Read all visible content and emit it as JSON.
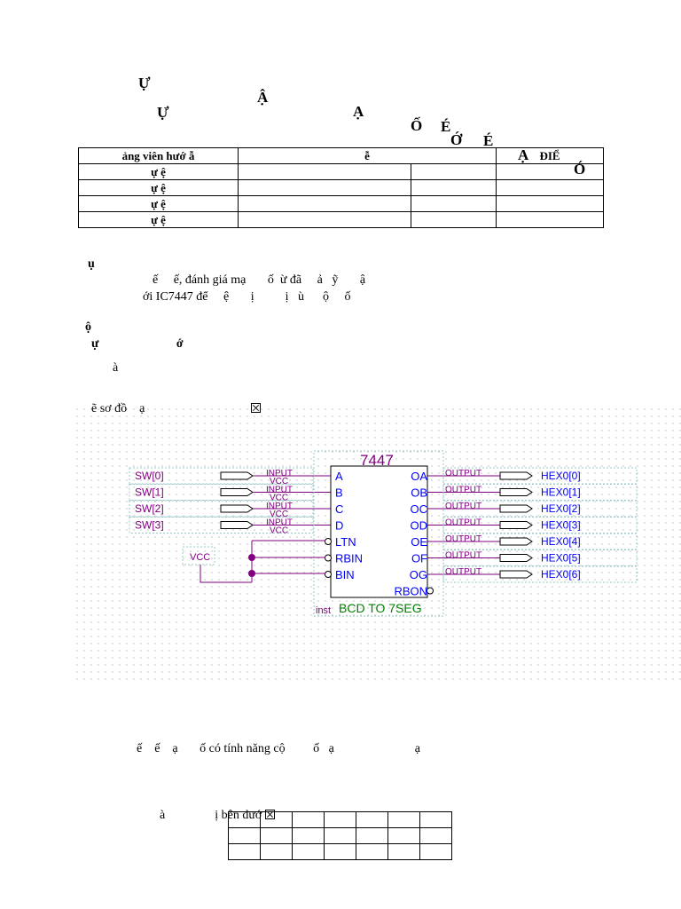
{
  "header": {
    "line1": [
      "Ự",
      "Ậ",
      "Ạ",
      "Ố",
      "Ớ"
    ],
    "line2": [
      "Ự",
      "É",
      "É",
      "Ạ",
      "Ó"
    ]
  },
  "grade_table": {
    "headers": [
      "ảng viên hướ      ẫ",
      "ễ",
      "ĐIỂ"
    ],
    "rows": [
      [
        "ự      ệ",
        "",
        "",
        ""
      ],
      [
        "ự      ệ",
        "",
        "",
        ""
      ],
      [
        "ự      ệ",
        "",
        "",
        ""
      ],
      [
        "ự      ệ",
        "",
        "",
        ""
      ]
    ]
  },
  "section_a": {
    "heading": "ụ",
    "line1": "ế     ế, đánh giá mạ       ố  ừ đã     ả   ỹ       ậ",
    "line2": "ới IC7447 để     ệ       ị          ị   ù      ộ     ố"
  },
  "section_b": {
    "heading": "ộ",
    "subheading": "ự                         ớ",
    "line": "à",
    "draw_line": "ẽ sơ đồ    ạ"
  },
  "schematic": {
    "chip_name": "7447",
    "chip_type": "BCD TO 7SEG",
    "inst_label": "inst",
    "inputs": [
      "SW[0]",
      "SW[1]",
      "SW[2]",
      "SW[3]"
    ],
    "input_port_label": "INPUT",
    "vcc_label": "VCC",
    "left_pins": [
      "A",
      "B",
      "C",
      "D",
      "LTN",
      "RBIN",
      "BIN"
    ],
    "right_pins": [
      "OA",
      "OB",
      "OC",
      "OD",
      "OE",
      "OF",
      "OG",
      "RBON"
    ],
    "output_port_label": "OUTPUT",
    "outputs": [
      "HEX0[0]",
      "HEX0[1]",
      "HEX0[2]",
      "HEX0[3]",
      "HEX0[4]",
      "HEX0[5]",
      "HEX0[6]"
    ],
    "vcc_box_label": "VCC",
    "colors": {
      "wire": "#800080",
      "pin": "#0000ff",
      "chip_title": "#800080",
      "chip_type": "#008000",
      "grid": "#999999"
    }
  },
  "section_c": {
    "line1": "ế    ế    ạ       ố có tính năng cộ         ố   ạ                          ạ",
    "line2": "à                ị bên dướ"
  },
  "small_table": {
    "rows": 3,
    "cols": 7
  }
}
